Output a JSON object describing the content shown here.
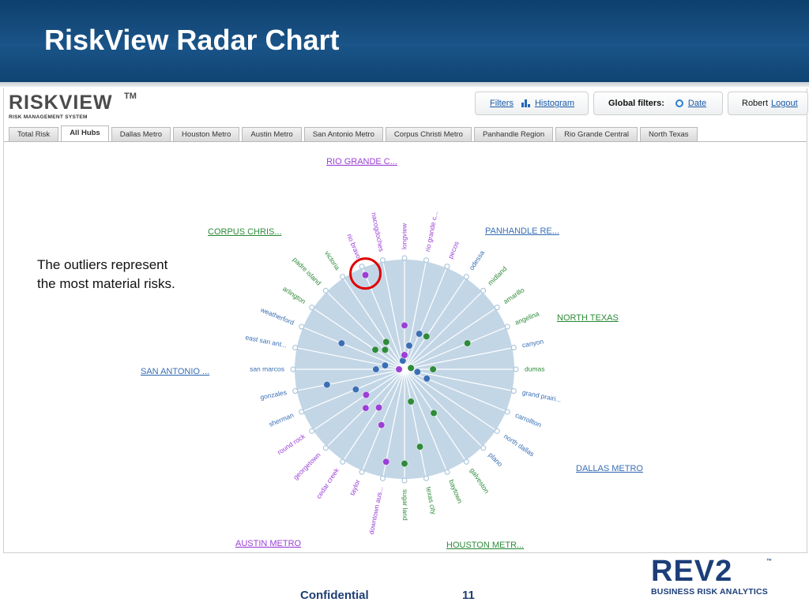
{
  "slide": {
    "title": "RiskView Radar Chart",
    "callout_line1": "The outliers represent",
    "callout_line2": "the most material risks.",
    "footer_confidential": "Confidential",
    "page_number": "11",
    "brand_main": "REV2",
    "brand_tm": "™",
    "brand_sub": "BUSINESS RISK ANALYTICS"
  },
  "app": {
    "logo": "RISKVIEW",
    "logo_tm": "TM",
    "logo_sub": "RISK MANAGEMENT SYSTEM",
    "toolbar": {
      "filters": "Filters",
      "histogram": "Histogram"
    },
    "global_filters": {
      "label": "Global filters:",
      "date": "Date"
    },
    "user": {
      "name": "Robert",
      "logout": "Logout"
    },
    "tabs": [
      "Total Risk",
      "All Hubs",
      "Dallas Metro",
      "Houston Metro",
      "Austin Metro",
      "San Antonio Metro",
      "Corpus Christi Metro",
      "Panhandle Region",
      "Rio Grande Central",
      "North Texas"
    ],
    "active_tab": "All Hubs"
  },
  "colors": {
    "green": "#2e8b3a",
    "blue": "#3a6fb5",
    "purple": "#9b3fd6",
    "disc": "#c3d6e6",
    "highlight_ring": "#e00000"
  },
  "radar": {
    "spokes": [
      {
        "label": "longview",
        "color": "#9b3fd6"
      },
      {
        "label": "rio grande c...",
        "color": "#9b3fd6"
      },
      {
        "label": "pecos",
        "color": "#9b3fd6"
      },
      {
        "label": "odessa",
        "color": "#3a6fb5"
      },
      {
        "label": "midland",
        "color": "#2e8b3a"
      },
      {
        "label": "amarillo",
        "color": "#2e8b3a"
      },
      {
        "label": "angelina",
        "color": "#2e8b3a"
      },
      {
        "label": "canyon",
        "color": "#3a6fb5"
      },
      {
        "label": "dumas",
        "color": "#2e8b3a"
      },
      {
        "label": "grand prairi...",
        "color": "#3a6fb5"
      },
      {
        "label": "carrollton",
        "color": "#3a6fb5"
      },
      {
        "label": "north dallas",
        "color": "#3a6fb5"
      },
      {
        "label": "plano",
        "color": "#3a6fb5"
      },
      {
        "label": "galveston",
        "color": "#2e8b3a"
      },
      {
        "label": "baytown",
        "color": "#2e8b3a"
      },
      {
        "label": "texas city",
        "color": "#2e8b3a"
      },
      {
        "label": "sugar land",
        "color": "#2e8b3a"
      },
      {
        "label": "downtown aus...",
        "color": "#9b3fd6"
      },
      {
        "label": "taylor",
        "color": "#9b3fd6"
      },
      {
        "label": "cedar creek",
        "color": "#9b3fd6"
      },
      {
        "label": "georgetown",
        "color": "#9b3fd6"
      },
      {
        "label": "round rock",
        "color": "#9b3fd6"
      },
      {
        "label": "sherman",
        "color": "#3a6fb5"
      },
      {
        "label": "gonzales",
        "color": "#3a6fb5"
      },
      {
        "label": "san marcos",
        "color": "#3a6fb5"
      },
      {
        "label": "east san ant...",
        "color": "#3a6fb5"
      },
      {
        "label": "weatherford",
        "color": "#3a6fb5"
      },
      {
        "label": "arlington",
        "color": "#2e8b3a"
      },
      {
        "label": "padre island",
        "color": "#2e8b3a"
      },
      {
        "label": "victoria",
        "color": "#2e8b3a"
      },
      {
        "label": "rio bravo",
        "color": "#9b3fd6"
      },
      {
        "label": "nacogdoches",
        "color": "#9b3fd6"
      }
    ],
    "regions": [
      {
        "label": "RIO GRANDE C...",
        "color": "#9b3fd6"
      },
      {
        "label": "PANHANDLE RE...",
        "color": "#3a6fb5"
      },
      {
        "label": "NORTH TEXAS",
        "color": "#2e8b3a"
      },
      {
        "label": "DALLAS METRO",
        "color": "#3a6fb5"
      },
      {
        "label": "HOUSTON METR...",
        "color": "#2e8b3a"
      },
      {
        "label": "AUSTIN METRO",
        "color": "#9b3fd6"
      },
      {
        "label": "SAN ANTONIO ...",
        "color": "#3a6fb5"
      },
      {
        "label": "CORPUS CHRIS...",
        "color": "#2e8b3a"
      }
    ],
    "points": [
      {
        "spoke": 0,
        "r": 0.4,
        "color": "#9b3fd6"
      },
      {
        "spoke": 1,
        "r": 0.22,
        "color": "#3a6fb5"
      },
      {
        "spoke": 2,
        "r": 0.35,
        "color": "#3a6fb5"
      },
      {
        "spoke": 3,
        "r": 0.36,
        "color": "#2e8b3a"
      },
      {
        "spoke": 6,
        "r": 0.62,
        "color": "#2e8b3a"
      },
      {
        "spoke": 7,
        "r": 0.06,
        "color": "#2e8b3a"
      },
      {
        "spoke": 8,
        "r": 0.26,
        "color": "#2e8b3a"
      },
      {
        "spoke": 9,
        "r": 0.12,
        "color": "#3a6fb5"
      },
      {
        "spoke": 10,
        "r": 0.22,
        "color": "#3a6fb5"
      },
      {
        "spoke": 13,
        "r": 0.48,
        "color": "#2e8b3a"
      },
      {
        "spoke": 15,
        "r": 0.3,
        "color": "#2e8b3a"
      },
      {
        "spoke": 15,
        "r": 0.72,
        "color": "#2e8b3a"
      },
      {
        "spoke": 16,
        "r": 0.86,
        "color": "#2e8b3a"
      },
      {
        "spoke": 17,
        "r": 0.86,
        "color": "#9b3fd6"
      },
      {
        "spoke": 18,
        "r": 0.55,
        "color": "#9b3fd6"
      },
      {
        "spoke": 19,
        "r": 0.42,
        "color": "#9b3fd6"
      },
      {
        "spoke": 20,
        "r": 0.5,
        "color": "#9b3fd6"
      },
      {
        "spoke": 21,
        "r": 0.42,
        "color": "#9b3fd6"
      },
      {
        "spoke": 22,
        "r": 0.48,
        "color": "#3a6fb5"
      },
      {
        "spoke": 23,
        "r": 0.72,
        "color": "#3a6fb5"
      },
      {
        "spoke": 24,
        "r": 0.26,
        "color": "#3a6fb5"
      },
      {
        "spoke": 24,
        "r": 0.05,
        "color": "#9b3fd6"
      },
      {
        "spoke": 25,
        "r": 0.18,
        "color": "#3a6fb5"
      },
      {
        "spoke": 26,
        "r": 0.62,
        "color": "#3a6fb5"
      },
      {
        "spoke": 27,
        "r": 0.32,
        "color": "#2e8b3a"
      },
      {
        "spoke": 28,
        "r": 0.25,
        "color": "#2e8b3a"
      },
      {
        "spoke": 29,
        "r": 0.3,
        "color": "#2e8b3a"
      },
      {
        "spoke": 30,
        "r": 0.93,
        "color": "#9b3fd6"
      },
      {
        "spoke": 31,
        "r": 0.08,
        "color": "#3a6fb5"
      },
      {
        "spoke": 0,
        "r": 0.13,
        "color": "#9b3fd6"
      }
    ],
    "highlight_spoke": 30
  }
}
